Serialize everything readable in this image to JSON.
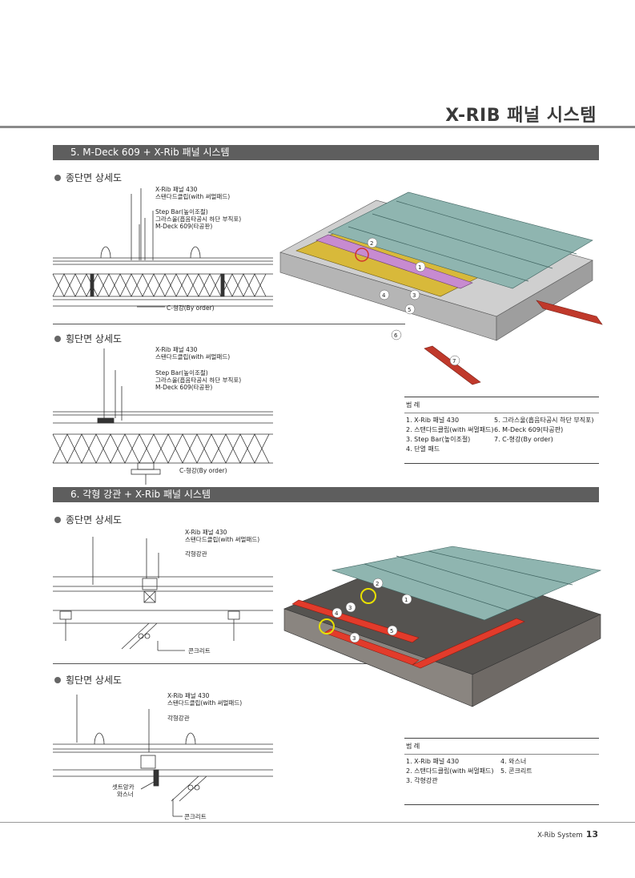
{
  "page_title": "X-RIB 패널 시스템",
  "section5": {
    "title": "5. M-Deck 609 + X-Rib 패널 시스템",
    "long_section": {
      "heading": "종단면 상세도",
      "labels": [
        "X-Rib 패널 430",
        "스탠다드클립(with 써멀패드)",
        "Step Bar(높이조절)",
        "그라스울(흡음타공시 하단 부직포)",
        "M-Deck 609(타공판)",
        "C-형강(By order)"
      ]
    },
    "cross_section": {
      "heading": "횡단면 상세도",
      "labels": [
        "X-Rib 패널 430",
        "스탠다드클립(with 써멀패드)",
        "Step Bar(높이조절)",
        "그라스울(흡음타공시 하단 부직포)",
        "M-Deck 609(타공판)",
        "C-형강(By order)"
      ]
    },
    "callouts": [
      "1",
      "2",
      "3",
      "4",
      "5",
      "6",
      "7"
    ],
    "legend": {
      "title": "범 례",
      "items": [
        "1. X-Rib 패널 430",
        "5. 그라스울(흡음타공시 하단 부직포)",
        "2. 스탠다드클립(with 써멀패드)",
        "6. M-Deck 609(타공판)",
        "3. Step Bar(높이조절)",
        "7. C-형강(By order)",
        "4. 단열 패드",
        ""
      ]
    }
  },
  "section6": {
    "title": "6. 각형 강관 + X-Rib 패널 시스템",
    "long_section": {
      "heading": "종단면 상세도",
      "labels": [
        "X-Rib 패널 430",
        "스탠다드클립(with 써멀패드)",
        "각형강관",
        "콘크리트"
      ]
    },
    "cross_section": {
      "heading": "횡단면 상세도",
      "labels": [
        "X-Rib 패널 430",
        "스탠다드클립(with 써멀패드)",
        "각형강관",
        "셋트앙카",
        "와스너",
        "콘크리트"
      ]
    },
    "callouts": [
      "1",
      "2",
      "3",
      "4",
      "3",
      "5"
    ],
    "legend": {
      "title": "범 례",
      "items": [
        "1. X-Rib 패널 430",
        "4. 와스너",
        "2. 스탠다드클립(with 써멀패드)",
        "5. 콘크리트",
        "3. 각형강관",
        ""
      ]
    }
  },
  "footer": {
    "text": "X-Rib System",
    "page": "13"
  },
  "colors": {
    "section_bar": "#5e5e5e",
    "panel": "#8fb5b0",
    "insulation": "#d8b93a",
    "pad": "#c78bd0",
    "steel": "#c0392b",
    "highlight": "#e8e000"
  }
}
